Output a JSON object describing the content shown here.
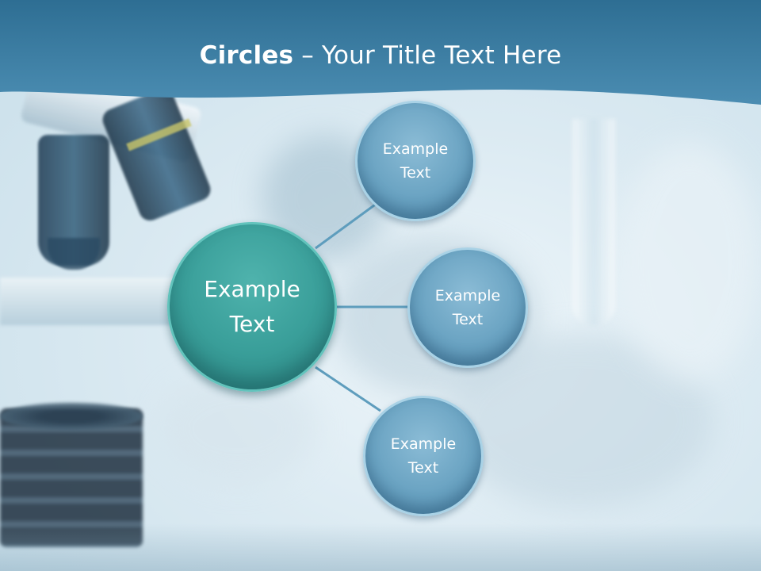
{
  "slide": {
    "title_bold": "Circles",
    "title_rest": " – Your Title Text Here"
  },
  "diagram": {
    "center": {
      "label": "Example\nText"
    },
    "satellites": [
      {
        "label": "Example\nText"
      },
      {
        "label": "Example\nText"
      },
      {
        "label": "Example\nText"
      }
    ]
  },
  "colors": {
    "header": "#3e7fa3",
    "center_circle": "#3a9f9a",
    "satellite_circle": "#6aa3c2",
    "connector": "#5e9dbd"
  }
}
